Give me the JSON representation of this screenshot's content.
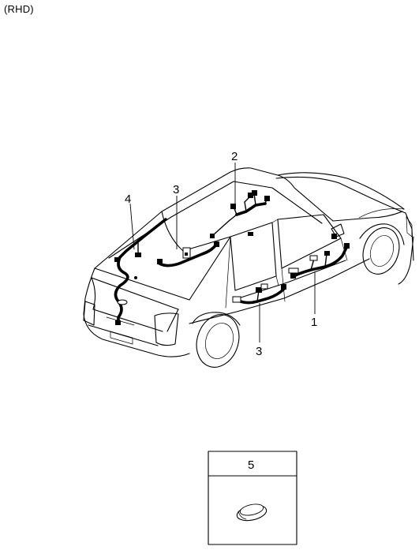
{
  "header": {
    "variant_label": "(RHD)"
  },
  "callouts": [
    {
      "id": "1",
      "label": "1"
    },
    {
      "id": "2",
      "label": "2"
    },
    {
      "id": "3a",
      "label": "3"
    },
    {
      "id": "3b",
      "label": "3"
    },
    {
      "id": "4",
      "label": "4"
    }
  ],
  "part_box": {
    "label": "5"
  }
}
